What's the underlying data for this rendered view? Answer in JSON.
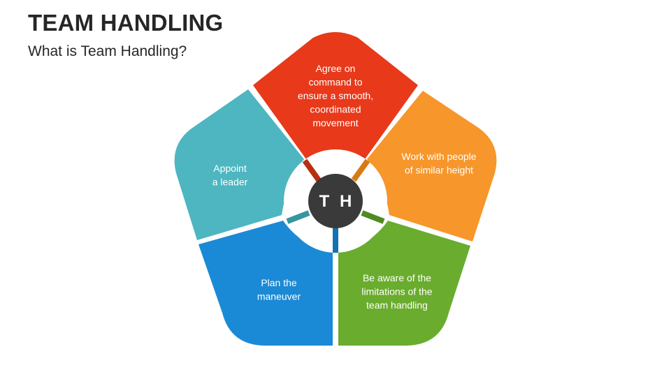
{
  "slide": {
    "title": "TEAM HANDLING",
    "subtitle": "What is Team Handling?"
  },
  "diagram": {
    "center_label": "T H",
    "segments": [
      {
        "id": "agree-on-command",
        "color": "#E8391A",
        "lines": [
          "Agree on",
          "command to",
          "ensure a smooth,",
          "coordinated",
          "movement"
        ]
      },
      {
        "id": "work-with-similar-height",
        "color": "#F7962A",
        "lines": [
          "Work with people",
          "of similar height"
        ]
      },
      {
        "id": "be-aware-of-limitations",
        "color": "#6AAC2E",
        "lines": [
          "Be aware of the",
          "limitations of the",
          "team handling"
        ]
      },
      {
        "id": "plan-the-maneuver",
        "color": "#1A8AD6",
        "lines": [
          "Plan the",
          "maneuver"
        ]
      },
      {
        "id": "appoint-a-leader",
        "color": "#4DB6C0",
        "lines": [
          "Appoint",
          "a leader"
        ]
      }
    ],
    "connector_colors": [
      "#B8300F",
      "#D87A13",
      "#4F8A22",
      "#1372B0",
      "#3795A0"
    ],
    "hub_ring_color": "#FFFFFF",
    "hub_color": "#3A3A3A"
  }
}
